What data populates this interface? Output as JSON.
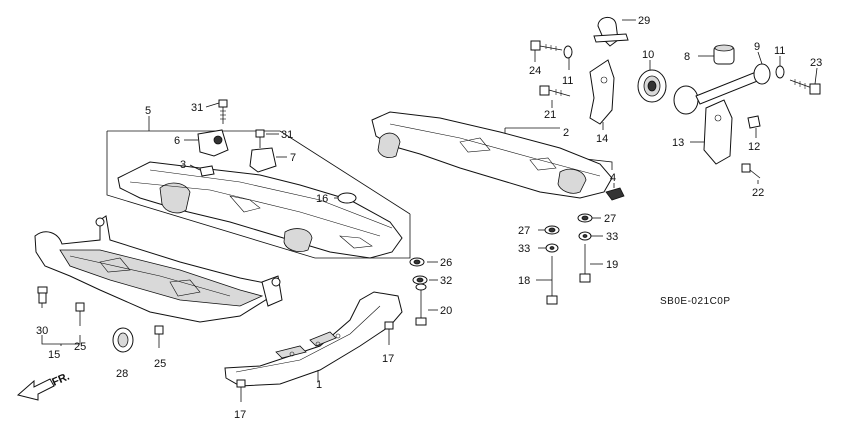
{
  "diagram_code": "SB0E-021C0P",
  "direction_label": "FR.",
  "callouts": {
    "c1": "1",
    "c2": "2",
    "c4": "4",
    "c5": "5",
    "c6": "6",
    "c7": "7",
    "c3": "3",
    "c8": "8",
    "c9": "9",
    "c10": "10",
    "c11a": "11",
    "c11b": "11",
    "c12": "12",
    "c13": "13",
    "c14": "14",
    "c15": "15",
    "c16": "16",
    "c17a": "17",
    "c17b": "17",
    "c18": "18",
    "c19": "19",
    "c20": "20",
    "c21": "21",
    "c22": "22",
    "c23": "23",
    "c24": "24",
    "c25a": "25",
    "c25b": "25",
    "c26": "26",
    "c27a": "27",
    "c27b": "27",
    "c28": "28",
    "c29": "29",
    "c30": "30",
    "c31a": "31",
    "c31b": "31",
    "c32": "32",
    "c33a": "33",
    "c33b": "33"
  }
}
